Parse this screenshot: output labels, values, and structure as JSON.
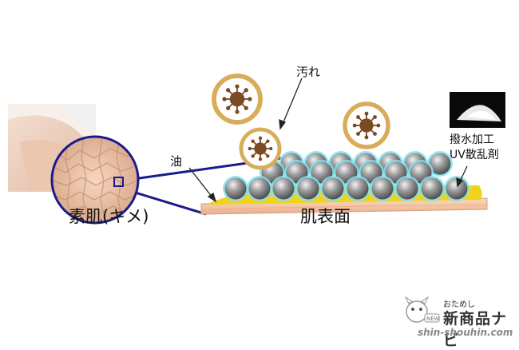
{
  "labels": {
    "skin_texture": "素肌(キメ)",
    "skin_surface": "肌表面",
    "dirt": "汚れ",
    "oil": "油",
    "coating_line1": "撥水加工",
    "coating_line2": "UV散乱剤"
  },
  "logo": {
    "small": "おためし",
    "main": "新商品ナビ",
    "url": "shin-shouhin.com",
    "badge": "NEW"
  },
  "colors": {
    "magnifier_outline": "#1a1a8c",
    "dirt_ring": "#d8ac58",
    "dirt_core": "#7a4a24",
    "sphere": "#8a8a8a",
    "sphere_glow": "#7fe3f2",
    "oil_layer": "#f2d21a",
    "skin_layer": "#f2c9a4"
  },
  "icons": [
    "dirt-particle-icon",
    "coated-sphere-icon",
    "powder-photo",
    "skin-photo",
    "mascot-icon"
  ]
}
